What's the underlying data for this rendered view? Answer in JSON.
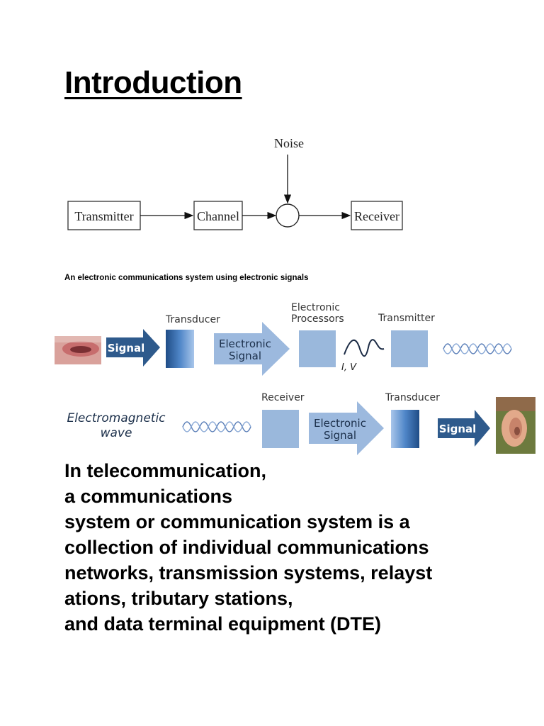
{
  "page": {
    "heading": "Introduction"
  },
  "block_diagram": {
    "blocks": {
      "transmitter": "Transmitter",
      "channel": "Channel",
      "receiver": "Receiver"
    },
    "noise_label": "Noise"
  },
  "caption": "An electronic communications system using electronic signals",
  "flow_diagram": {
    "top_row": {
      "signal_arrow": "Signal",
      "transducer": "Transducer",
      "electronic_signal": [
        "Electronic",
        "Signal"
      ],
      "processors": [
        "Electronic",
        "Processors"
      ],
      "iv_label": "I, V",
      "transmitter": "Transmitter"
    },
    "bottom_row": {
      "em_wave": [
        "Electromagnetic",
        "wave"
      ],
      "receiver": "Receiver",
      "electronic_signal": [
        "Electronic",
        "Signal"
      ],
      "transducer": "Transducer",
      "signal_arrow": "Signal"
    },
    "colors": {
      "arrow_dark": "#2e5a8c",
      "arrow_light": "#9cb9de",
      "box": "#9ab8dc",
      "wave": "#5b7fb8"
    }
  },
  "body": {
    "lines": [
      "In telecommunication,",
      "a communications",
      "system or communication system is a",
      "collection of individual communications",
      "networks, transmission systems, relayst",
      "ations, tributary stations,",
      "and data terminal equipment (DTE)"
    ]
  }
}
